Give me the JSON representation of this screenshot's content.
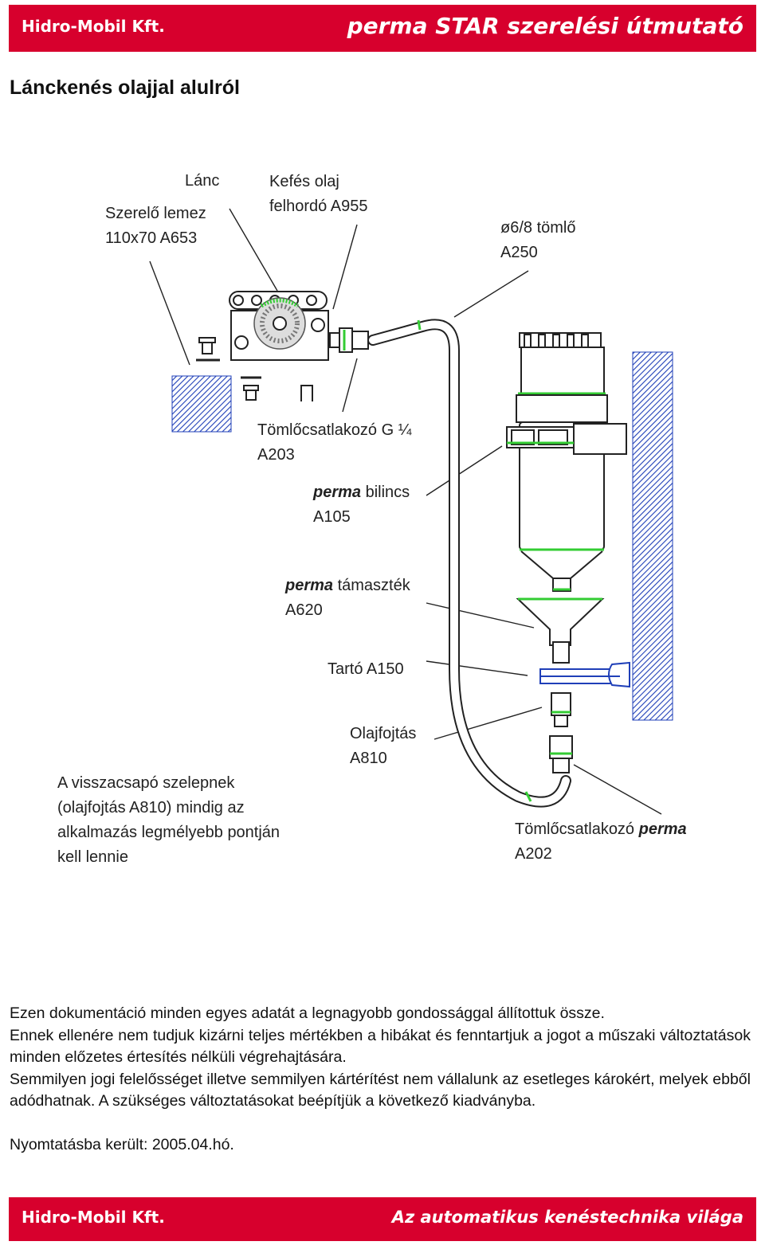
{
  "header": {
    "company": "Hidro-Mobil Kft.",
    "doc_title": "perma STAR szerelési útmutató"
  },
  "page_title": "Lánckenés olajjal alulról",
  "labels": {
    "lanc": "Lánc",
    "szerelo_lemez_1": "Szerelő lemez",
    "szerelo_lemez_2": "110x70 A653",
    "kefes_1": "Kefés olaj",
    "kefes_2": "felhordó A955",
    "tomlo_1": "ø6/8 tömlő",
    "tomlo_2": "A250",
    "csatlakozo_1": "Tömlőcsatlakozó G ¼",
    "csatlakozo_2": "A203",
    "bilincs_em": "perma",
    "bilincs_rest": " bilincs",
    "bilincs_2": "A105",
    "tamasztek_em": "perma",
    "tamasztek_rest": " támaszték",
    "tamasztek_2": "A620",
    "tarto": "Tartó A150",
    "olajfojtas_1": "Olajfojtás",
    "olajfojtas_2": "A810",
    "visszacsapo_1": "A visszacsapó szelepnek",
    "visszacsapo_2": "(olajfojtás A810) mindig az",
    "visszacsapo_3": "alkalmazás legmélyebb pontján",
    "visszacsapo_4": "kell lennie",
    "perma_csatl_1": "Tömlőcsatlakozó ",
    "perma_csatl_em": "perma",
    "perma_csatl_2": "A202"
  },
  "disclaimer": {
    "line1": "Ezen dokumentáció minden egyes adatát a legnagyobb gondossággal állítottuk össze.",
    "line2": "Ennek ellenére nem tudjuk kizárni teljes mértékben a hibákat és fenntartjuk a jogot a műszaki változtatások minden előzetes értesítés nélküli végrehajtására.",
    "line3": "Semmilyen jogi felelősséget illetve semmilyen kártérítést nem vállalunk az esetleges károkért, melyek ebből adódhatnak. A szükséges változtatásokat beépítjük a következő kiadványba.",
    "printed": "Nyomtatásba került: 2005.04.hó."
  },
  "footer": {
    "company": "Hidro-Mobil Kft.",
    "slogan": "Az automatikus kenéstechnika világa"
  },
  "colors": {
    "brand_red": "#d7002d",
    "accent_green": "#33cc33",
    "wall_hatch": "#1f3fb8"
  }
}
